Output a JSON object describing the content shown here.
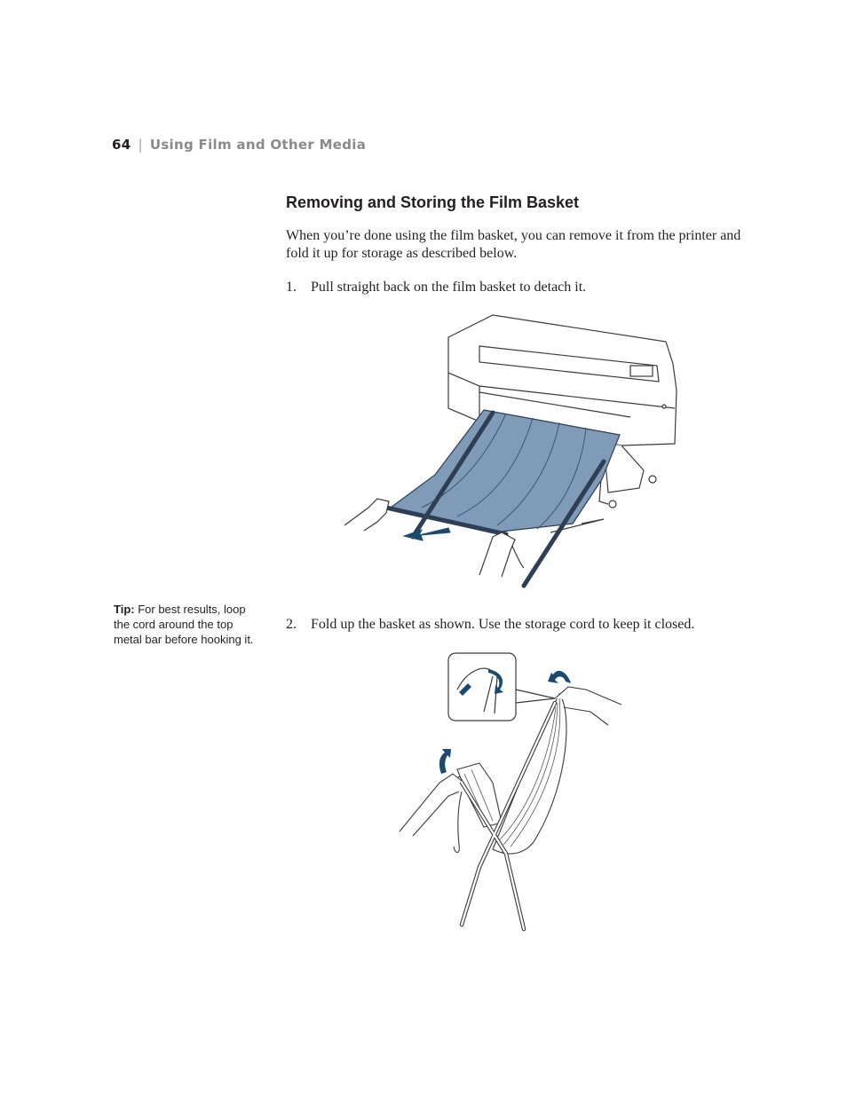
{
  "header": {
    "page_number": "64",
    "separator": "|",
    "chapter_title": "Using Film and Other Media"
  },
  "section": {
    "title": "Removing and Storing the Film Basket",
    "intro": "When you’re done using the film basket, you can remove it from the printer and fold it up for storage as described below."
  },
  "steps": [
    {
      "number": "1.",
      "text": "Pull straight back on the film basket to detach it."
    },
    {
      "number": "2.",
      "text": "Fold up the basket as shown. Use the storage cord to keep it closed."
    }
  ],
  "tip": {
    "label": "Tip:",
    "text": "For best results, loop the cord around the top metal bar before hooking it."
  },
  "colors": {
    "basket_fabric": "#7f9bb8",
    "arrow": "#1c4a6e",
    "line": "#3a3a3a"
  }
}
